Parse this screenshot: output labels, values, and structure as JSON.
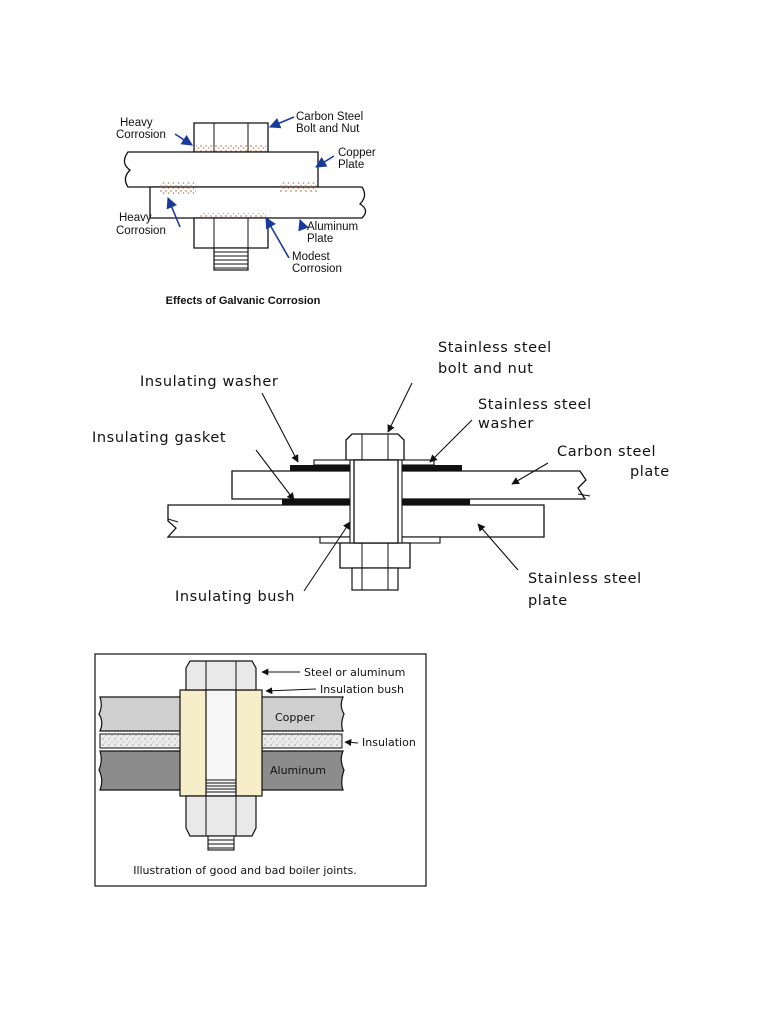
{
  "figure1": {
    "labels": {
      "heavy_corrosion_top": [
        "Heavy",
        "Corrosion"
      ],
      "carbon_steel_bolt": [
        "Carbon Steel",
        "Bolt and Nut"
      ],
      "copper_plate": [
        "Copper",
        "Plate"
      ],
      "heavy_corrosion_bottom": [
        "Heavy",
        "Corrosion"
      ],
      "aluminum_plate": [
        "Aluminum",
        "Plate"
      ],
      "modest_corrosion": [
        "Modest",
        "Corrosion"
      ]
    },
    "caption": "Effects of Galvanic Corrosion",
    "colors": {
      "arrow": "#1a3a9a",
      "corrosion": "#c98a6a"
    }
  },
  "figure2": {
    "labels": {
      "ss_bolt_nut": [
        "Stainless steel",
        "bolt and nut"
      ],
      "insulating_washer": [
        "Insulating washer"
      ],
      "ss_washer": [
        "Stainless steel",
        "washer"
      ],
      "insulating_gasket": [
        "Insulating gasket"
      ],
      "carbon_steel_plate": [
        "Carbon steel",
        "plate"
      ],
      "insulating_bush": [
        "Insulating bush"
      ],
      "ss_plate": [
        "Stainless steel",
        "plate"
      ]
    }
  },
  "figure3": {
    "labels": {
      "steel_or_aluminum": "Steel or aluminum",
      "insulation_bush": "Insulation bush",
      "copper": "Copper",
      "insulation": "Insulation",
      "aluminum": "Aluminum"
    },
    "caption": "Illustration of good and bad boiler joints.",
    "colors": {
      "copper": "#cfcfcf",
      "aluminum": "#8c8c8c",
      "bush": "#f5eec8",
      "insulation": "#ececec"
    }
  }
}
